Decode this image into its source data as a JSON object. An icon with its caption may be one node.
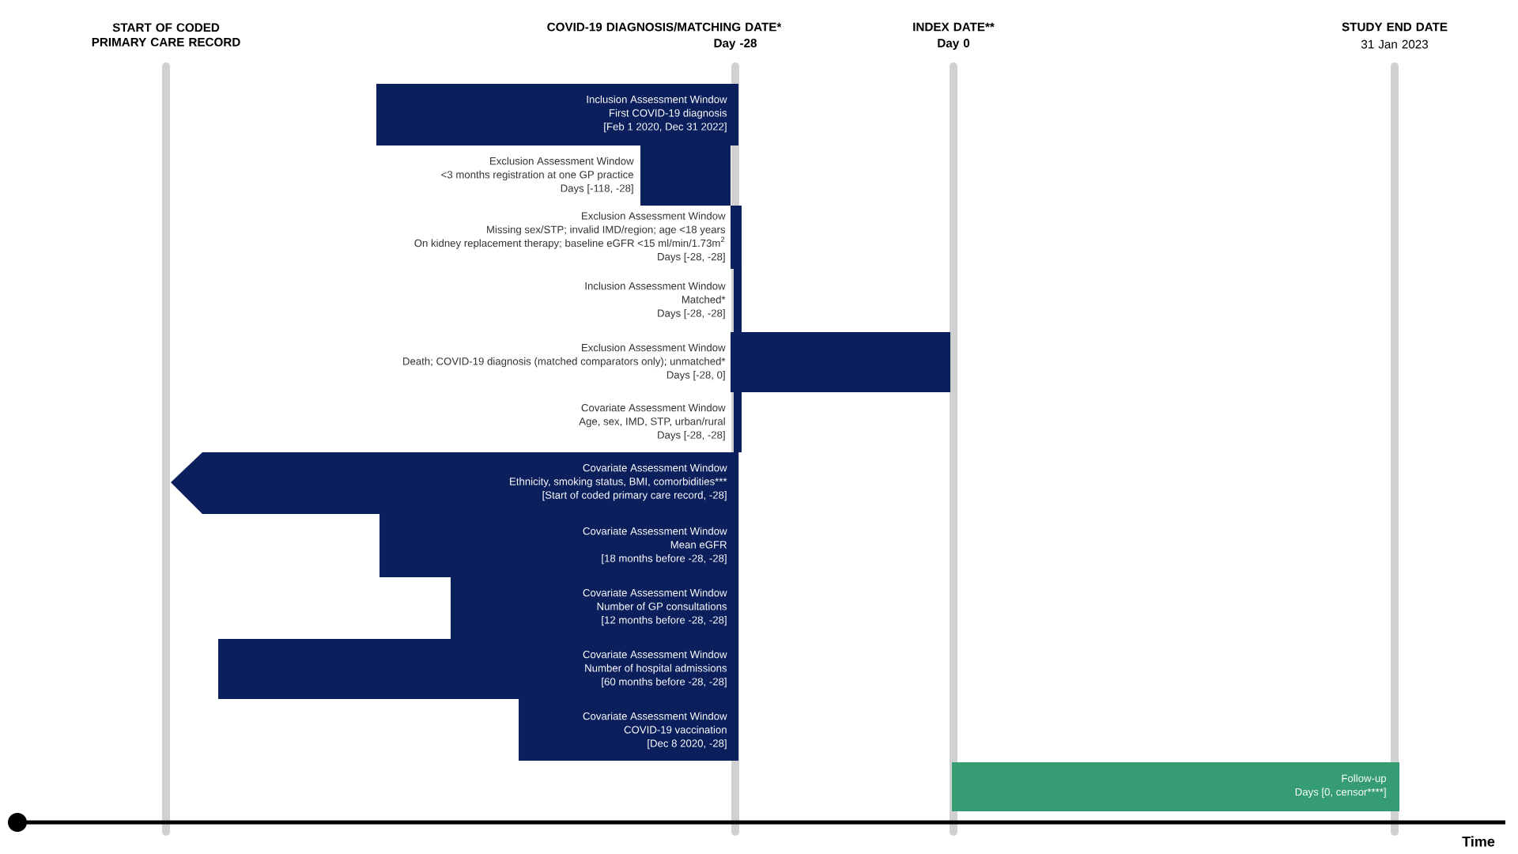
{
  "diagram": {
    "nodes": [
      {
        "text": [
          "Inclusion Assessment Window",
          "First COVID-19 diagnosis",
          "[Feb 1 2020, Dec 31 2022]"
        ]
      },
      {
        "text": [
          "Exclusion Assessment Window",
          "<3 months registration at one GP practice",
          "Days [-118, -28]"
        ]
      },
      {
        "text": [
          "Exclusion Assessment Window",
          "Missing sex/STP; invalid IMD/region; age <18 years",
          "On kidney replacement therapy; baseline eGFR <15 ml/min/1.73m$^{2}$",
          "Days [-28, -28]"
        ]
      },
      {
        "text": [
          "Inclusion Assessment Window",
          "Matched*",
          "Days [-28, -28]"
        ]
      },
      {
        "text": [
          "Exclusion Assessment Window",
          "Death; COVID-19 diagnosis (matched comparators only); unmatched*",
          "Days [-28, 0]"
        ]
      },
      {
        "text": [
          "Covariate Assessment Window",
          "Age, sex, IMD, STP, urban/rural",
          "Days [-28, -28]"
        ]
      },
      {
        "text": [
          "Covariate Assessment Window",
          "Ethnicity, smoking status, BMI, comorbidities***",
          "[Start of coded primary care record, -28]"
        ]
      },
      {
        "text": [
          "Covariate Assessment Window",
          "Mean eGFR",
          "[18 months before -28, -28]"
        ]
      },
      {
        "text": [
          "Covariate Assessment Window",
          "Number of GP consultations",
          "[12 months before -28, -28]"
        ]
      },
      {
        "text": [
          "Covariate Assessment Window",
          "Number of hospital admissions",
          "[60 months before -28, -28]"
        ]
      },
      {
        "text": [
          "Covariate Assessment Window",
          "COVID-19 vaccination",
          "[Dec 8 2020, -28]"
        ]
      },
      {
        "text": [
          "Follow-up",
          "Days [0, censor****]"
        ]
      }
    ],
    "labels": [
      "START OF CODED PRIMARY CARE RECORD",
      "COVID-19 DIAGNOSIS/MATCHING DATE*",
      "Day -28",
      "INDEX DATE**",
      "Day 0",
      "STUDY END DATE",
      "31 Jan 2023",
      "Time"
    ]
  }
}
